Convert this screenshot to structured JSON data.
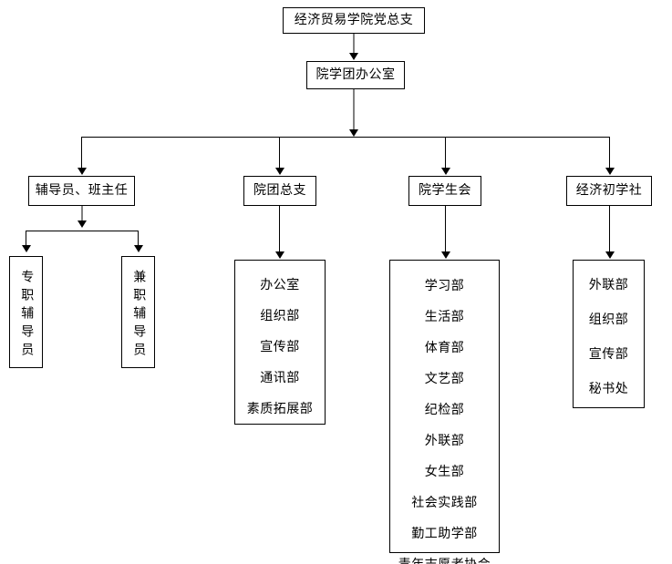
{
  "diagram": {
    "title_root": "经济贸易学院党总支",
    "level2": "院学团办公室",
    "branches": [
      {
        "name": "辅导员、班主任"
      },
      {
        "name": "院团总支"
      },
      {
        "name": "院学生会"
      },
      {
        "name": "经济初学社"
      }
    ],
    "counselor_children": [
      {
        "label": "专职辅导员"
      },
      {
        "label": "兼职辅导员"
      }
    ],
    "youth_league_departments": [
      "办公室",
      "组织部",
      "宣传部",
      "通讯部",
      "素质拓展部"
    ],
    "student_union_departments": [
      "学习部",
      "生活部",
      "体育部",
      "文艺部",
      "纪检部",
      "外联部",
      "女生部",
      "社会实践部",
      "勤工助学部",
      "青年志愿者协会"
    ],
    "society_departments": [
      "外联部",
      "组织部",
      "宣传部",
      "秘书处"
    ],
    "colors": {
      "line": "#000000",
      "line_accent": "#808080",
      "box_border": "#000000",
      "background": "#ffffff",
      "text": "#000000"
    }
  }
}
